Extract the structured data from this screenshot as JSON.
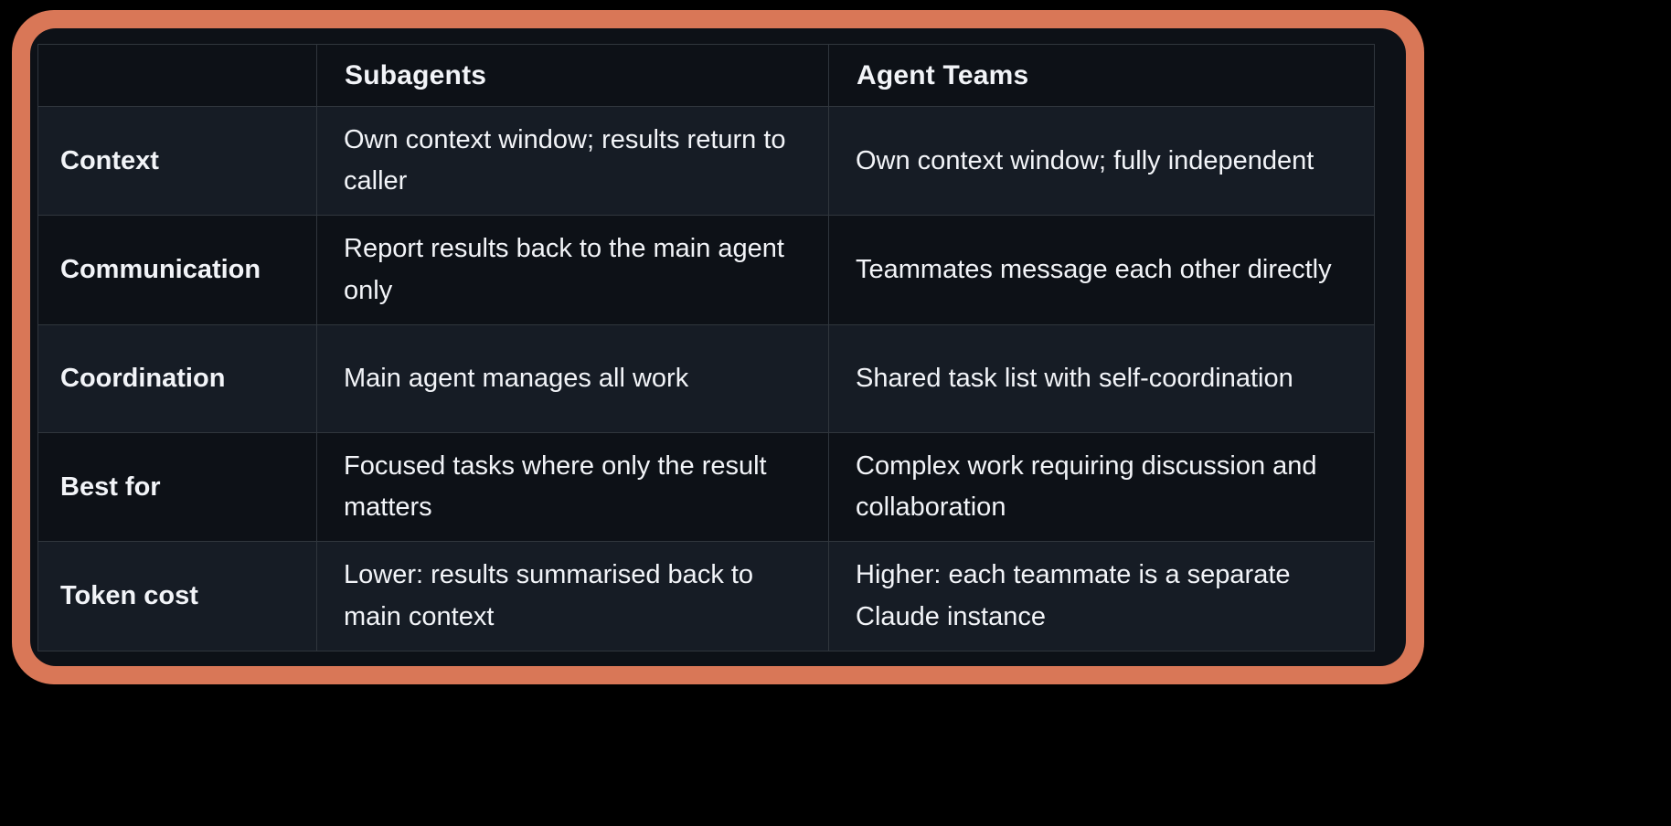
{
  "theme": {
    "frame_color": "#d97757",
    "surface_color": "#0d1117",
    "stripe_color": "#161c25",
    "border_color": "#30363d",
    "text_color": "#f2f4f8",
    "page_background": "#000000"
  },
  "table": {
    "columns": [
      {
        "key": "attribute",
        "label": ""
      },
      {
        "key": "subagents",
        "label": "Subagents"
      },
      {
        "key": "agent_teams",
        "label": "Agent Teams"
      }
    ],
    "rows": [
      {
        "attribute": "Context",
        "subagents": "Own context window; results return to caller",
        "agent_teams": "Own context window; fully independent"
      },
      {
        "attribute": "Communication",
        "subagents": "Report results back to the main agent only",
        "agent_teams": "Teammates message each other directly"
      },
      {
        "attribute": "Coordination",
        "subagents": "Main agent manages all work",
        "agent_teams": "Shared task list with self-coordination"
      },
      {
        "attribute": "Best for",
        "subagents": "Focused tasks where only the result matters",
        "agent_teams": "Complex work requiring discussion and collaboration"
      },
      {
        "attribute": "Token cost",
        "subagents": "Lower: results summarised back to main context",
        "agent_teams": "Higher: each teammate is a separate Claude instance"
      }
    ]
  }
}
